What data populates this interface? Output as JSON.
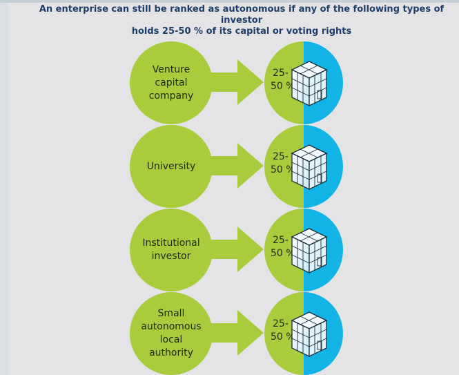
{
  "heading": {
    "line1": "An enterprise can still be ranked as autonomous if any of the following types of investor",
    "line2": "holds 25-50 % of its capital or voting rights"
  },
  "share_label": {
    "line1": "25-",
    "line2": "50 %"
  },
  "investors": [
    {
      "label": "Venture\ncapital\ncompany"
    },
    {
      "label": "University"
    },
    {
      "label": "Institutional\ninvestor"
    },
    {
      "label": "Small\nautonomous\nlocal\nauthority"
    }
  ],
  "colors": {
    "green": "#a8cc3c",
    "blue": "#12b4e6",
    "title": "#1e3e6a",
    "panel": "#e4e4e7"
  },
  "icons": {
    "arrow": "right-arrow-icon",
    "building": "building-icon"
  }
}
